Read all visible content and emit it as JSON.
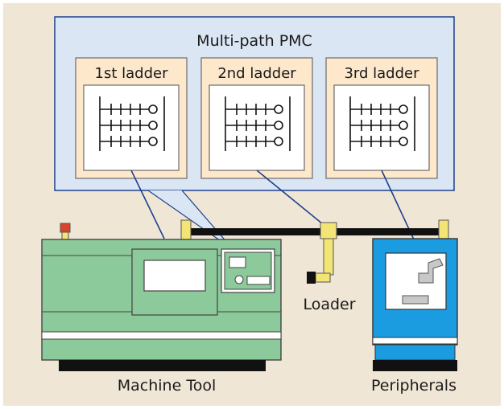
{
  "title": "Multi-path PMC",
  "ladders": [
    {
      "label": "1st ladder"
    },
    {
      "label": "2nd ladder"
    },
    {
      "label": "3rd ladder"
    }
  ],
  "labels": {
    "machine_tool": "Machine Tool",
    "loader": "Loader",
    "peripherals": "Peripherals"
  },
  "colors": {
    "background": "#efe6d6",
    "pmc_box": "#dbe6f4",
    "ladder_panel": "#fde8cc",
    "machine_green": "#8cc99b",
    "peripheral_blue": "#1c9ce0",
    "yellow_post": "#f2e575",
    "link_line": "#1f3f8f",
    "indicator_red": "#d9452a"
  }
}
